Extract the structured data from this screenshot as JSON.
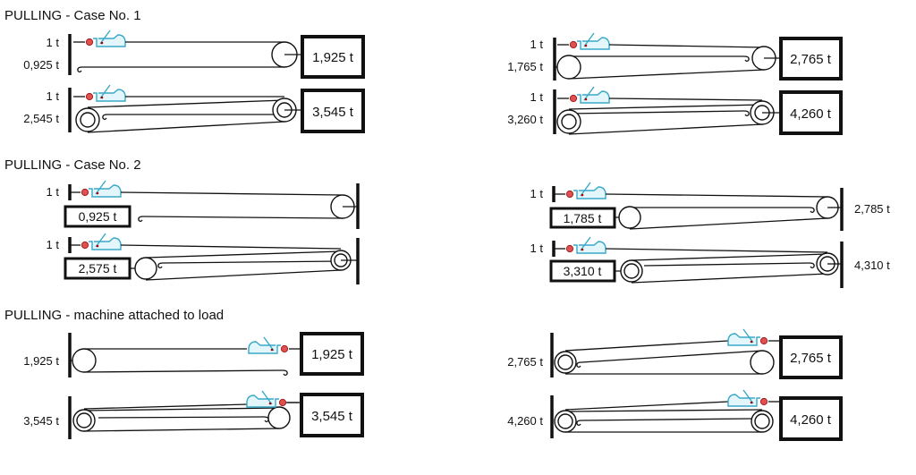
{
  "sections": [
    {
      "title": "PULLING - Case No. 1",
      "diagrams": [
        {
          "input": "1 t",
          "anchor": "0,925 t",
          "load": "1,925 t"
        },
        {
          "input": "1 t",
          "anchor": "1,765 t",
          "load": "2,765 t"
        },
        {
          "input": "1 t",
          "anchor": "2,545 t",
          "load": "3,545 t"
        },
        {
          "input": "1 t",
          "anchor": "3,260 t",
          "load": "4,260 t"
        }
      ]
    },
    {
      "title": "PULLING - Case No. 2",
      "diagrams": [
        {
          "input": "1 t",
          "load": "0,925 t"
        },
        {
          "input": "1 t",
          "load": "1,785 t",
          "anchor": "2,785 t"
        },
        {
          "input": "1 t",
          "load": "2,575 t"
        },
        {
          "input": "1 t",
          "load": "3,310 t",
          "anchor": "4,310 t"
        }
      ]
    },
    {
      "title": "PULLING - machine attached to load",
      "diagrams": [
        {
          "anchor": "1,925 t",
          "load": "1,925 t"
        },
        {
          "anchor": "2,765 t",
          "load": "2,765 t"
        },
        {
          "anchor": "3,545 t",
          "load": "3,545 t"
        },
        {
          "anchor": "4,260 t",
          "load": "4,260 t"
        }
      ]
    }
  ],
  "colors": {
    "machine_body": "#3aa8c8",
    "machine_fill": "#e3f6fb",
    "hook_red": "#d83a3a"
  }
}
